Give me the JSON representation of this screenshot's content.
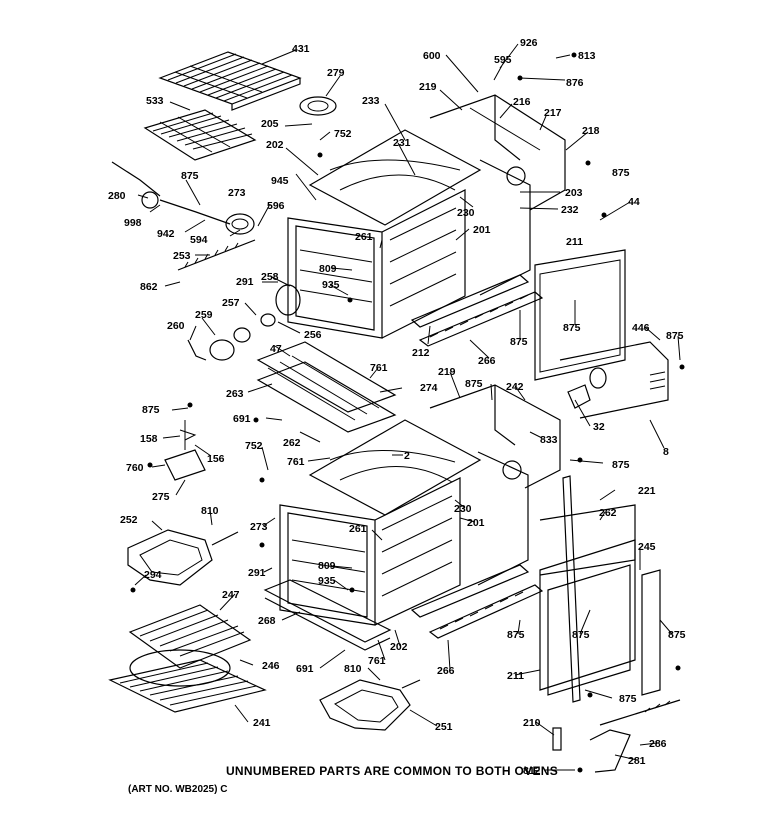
{
  "diagram": {
    "caption": "UNNUMBERED PARTS ARE COMMON TO BOTH OVENS",
    "art_number": "(ART NO. WB2025) C",
    "part_labels": {
      "p431": "431",
      "p279": "279",
      "p533": "533",
      "p205": "205",
      "p752a": "752",
      "p600": "600",
      "p926": "926",
      "p595": "595",
      "p813": "813",
      "p876": "876",
      "p219a": "219",
      "p233": "233",
      "p216": "216",
      "p217": "217",
      "p218": "218",
      "p202a": "202",
      "p231": "231",
      "p875a": "875",
      "p945": "945",
      "p273a": "273",
      "p280": "280",
      "p998": "998",
      "p942": "942",
      "p596": "596",
      "p594": "594",
      "p230a": "230",
      "p203": "203",
      "p232": "232",
      "p44": "44",
      "p201a": "201",
      "p261a": "261",
      "p253": "253",
      "p809a": "809",
      "p291a": "291",
      "p258": "258",
      "p935a": "935",
      "p862": "862",
      "p257": "257",
      "p211a": "211",
      "p259": "259",
      "p260": "260",
      "p256": "256",
      "p875b": "875",
      "p446": "446",
      "p875c": "875",
      "p212": "212",
      "p266a": "266",
      "p875d": "875",
      "p47": "47",
      "p761a": "761",
      "p219b": "219",
      "p875e": "875",
      "p242": "242",
      "p263": "263",
      "p274": "274",
      "p875f": "875",
      "p691a": "691",
      "p32": "32",
      "p8": "8",
      "p158": "158",
      "p156": "156",
      "p262a": "262",
      "p833": "833",
      "p752b": "752",
      "p761b": "761",
      "p2": "2",
      "p875g": "875",
      "p760": "760",
      "p275": "275",
      "p221": "221",
      "p230b": "230",
      "p252": "252",
      "p810a": "810",
      "p273b": "273",
      "p201b": "201",
      "p262b": "262",
      "p261b": "261",
      "p294": "294",
      "p291b": "291",
      "p809b": "809",
      "p245": "245",
      "p935b": "935",
      "p247": "247",
      "p875h": "875",
      "p875i": "875",
      "p875j": "875",
      "p268": "268",
      "p202b": "202",
      "p761c": "761",
      "p246": "246",
      "p691b": "691",
      "p810b": "810",
      "p266b": "266",
      "p211b": "211",
      "p875k": "875",
      "p241": "241",
      "p251": "251",
      "p210": "210",
      "p286": "286",
      "p281": "281",
      "p812": "812"
    }
  }
}
